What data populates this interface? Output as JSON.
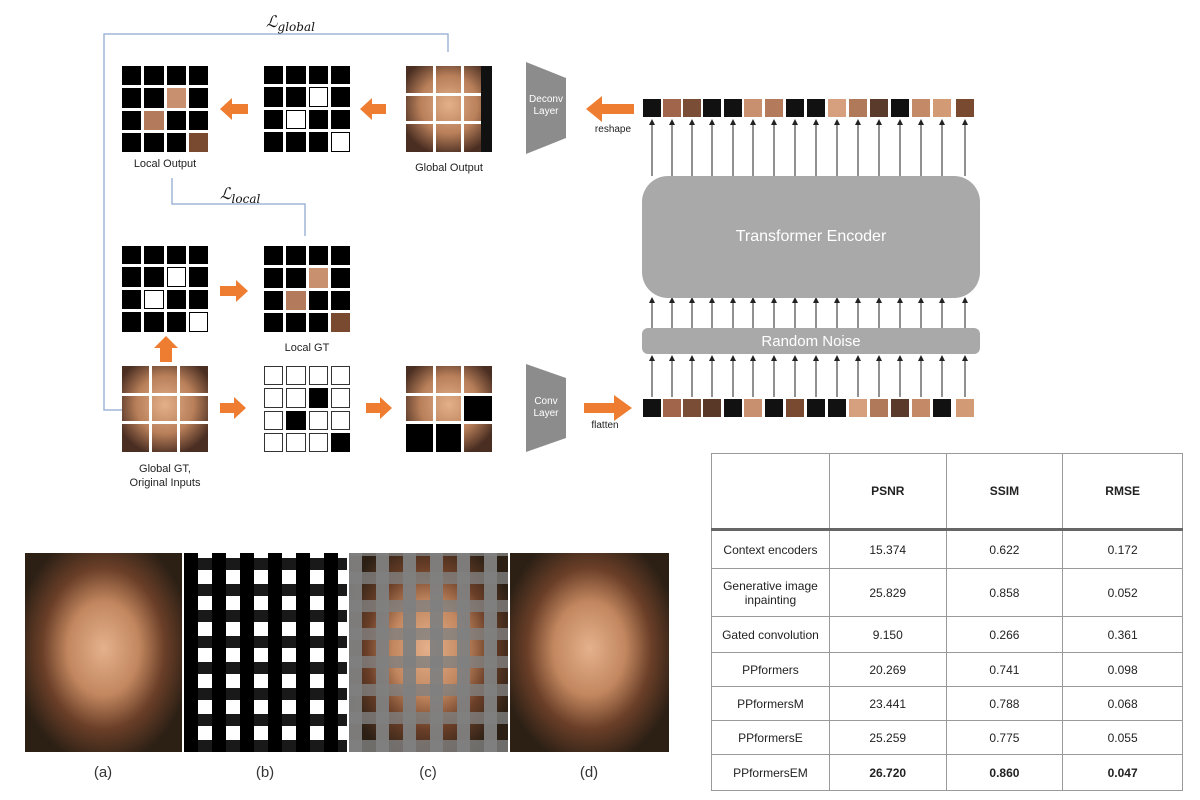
{
  "diagram": {
    "loss_global_main": "ℒ",
    "loss_global_sub": "global",
    "loss_local_main": "ℒ",
    "loss_local_sub": "local",
    "label_local_output": "Local Output",
    "label_global_output": "Global Output",
    "label_local_gt": "Local GT",
    "label_global_gt_line1": "Global GT,",
    "label_global_gt_line2": "Original Inputs",
    "deconv_line1": "Deconv",
    "deconv_line2": "Layer",
    "conv_line1": "Conv",
    "conv_line2": "Layer",
    "reshape_label": "reshape",
    "flatten_label": "flatten",
    "transformer_label": "Transformer Encoder",
    "noise_label": "Random Noise",
    "colors": {
      "arrow": "#ee7d31",
      "line": "#9fb6d6",
      "gray_block": "#a9a9a9",
      "trap": "#8c8c8c"
    },
    "icons": [
      "face-image",
      "mask-grid",
      "arrow-right",
      "arrow-up"
    ]
  },
  "examples": {
    "captions": [
      "(a)",
      "(b)",
      "(c)",
      "(d)"
    ]
  },
  "table": {
    "headers": [
      "",
      "PSNR",
      "SSIM",
      "RMSE"
    ],
    "rows": [
      {
        "method": "Context encoders",
        "psnr": "15.374",
        "ssim": "0.622",
        "rmse": "0.172"
      },
      {
        "method": "Generative image inpainting",
        "psnr": "25.829",
        "ssim": "0.858",
        "rmse": "0.052"
      },
      {
        "method": "Gated convolution",
        "psnr": "9.150",
        "ssim": "0.266",
        "rmse": "0.361"
      },
      {
        "method": "PPformers",
        "psnr": "20.269",
        "ssim": "0.741",
        "rmse": "0.098"
      },
      {
        "method": "PPformersM",
        "psnr": "23.441",
        "ssim": "0.788",
        "rmse": "0.068"
      },
      {
        "method": "PPformersE",
        "psnr": "25.259",
        "ssim": "0.775",
        "rmse": "0.055"
      },
      {
        "method": "PPformersEM",
        "psnr": "26.720",
        "ssim": "0.860",
        "rmse": "0.047"
      }
    ]
  }
}
